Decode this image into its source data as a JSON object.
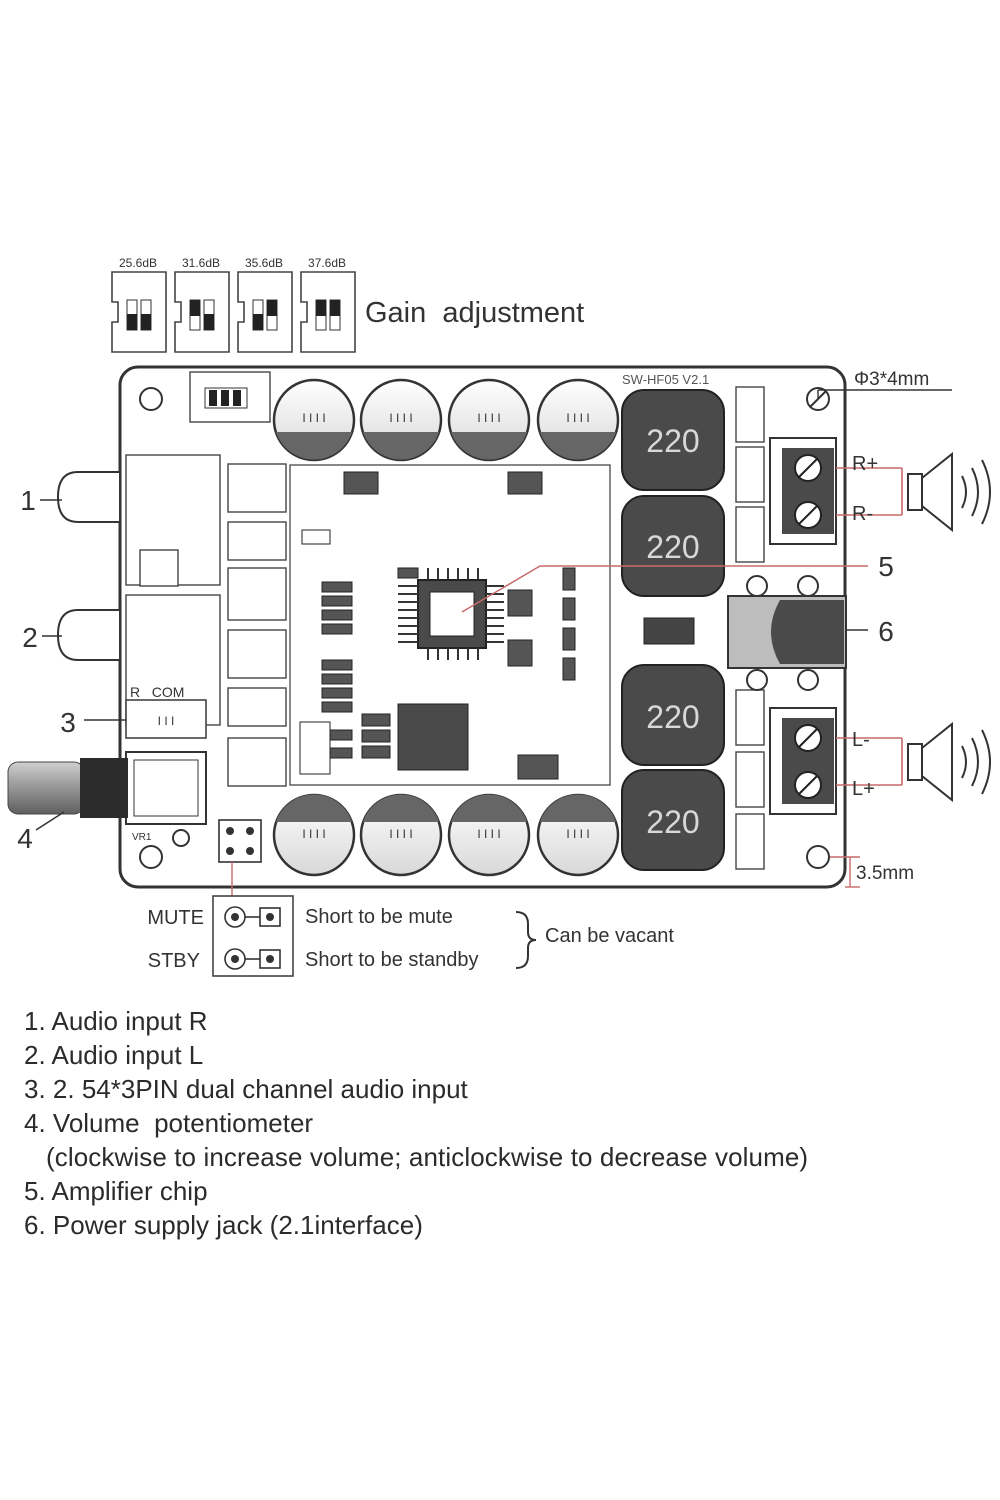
{
  "gain": {
    "options": [
      "25.6dB",
      "31.6dB",
      "35.6dB",
      "37.6dB"
    ],
    "title": "Gain  adjustment"
  },
  "board": {
    "model": "SW-HF05 V2.1",
    "inductor_label": "220",
    "hole_dim": "Φ3*4mm",
    "edge_dim": "3.5mm",
    "silk_r_com": "R   COM",
    "silk_vr": "VR1"
  },
  "terminals": {
    "r_plus": "R+",
    "r_minus": "R-",
    "l_minus": "L-",
    "l_plus": "L+"
  },
  "callouts": [
    "1",
    "2",
    "3",
    "4",
    "5",
    "6"
  ],
  "jumpers": {
    "mute_label": "MUTE",
    "mute_desc": "Short to be mute",
    "stby_label": "STBY",
    "stby_desc": "Short to be standby",
    "note": "Can be vacant"
  },
  "legend": {
    "item1": "1. Audio input R",
    "item2": "2. Audio input L",
    "item3": "3. 2. 54*3PIN dual channel audio input",
    "item4": "4. Volume  potentiometer",
    "item4_note": "(clockwise to increase volume; anticlockwise to decrease volume)",
    "item5": "5. Amplifier chip",
    "item6": "6. Power supply jack (2.1interface)"
  }
}
